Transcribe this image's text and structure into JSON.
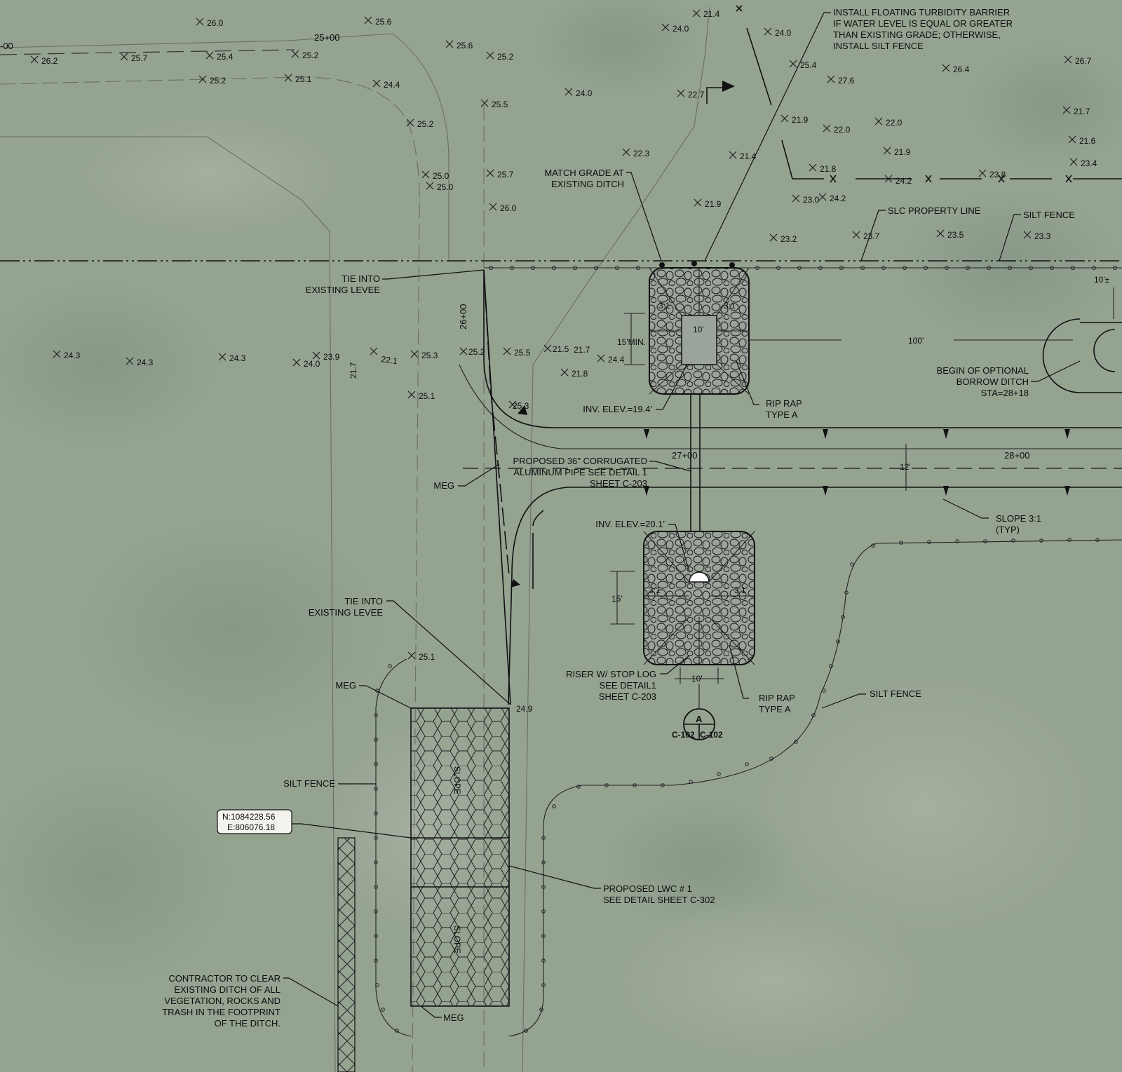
{
  "colors": {
    "aerial": "#95a391",
    "linework": "#111111",
    "riprap_fill": "#9ba49a",
    "coord_box": "#f4f4ef"
  },
  "stations": [
    "25+00",
    "26+00",
    "27+00",
    "28+00"
  ],
  "spot_elevations": [
    "26.0",
    "25.6",
    "21.4",
    "24.0",
    "24.0",
    "26.2",
    "25.7",
    "25.4",
    "25.2",
    "25.6",
    "25.2",
    "25.2",
    "25.1",
    "24.4",
    "25.5",
    "24.0",
    "22.7",
    "25.4",
    "27.6",
    "26.4",
    "26.7",
    "25.2",
    "21.9",
    "22.0",
    "22.0",
    "21.7",
    "21.6",
    "22.3",
    "21.4",
    "21.9",
    "21.8",
    "24.2",
    "23.8",
    "23.4",
    "25.0",
    "25.0",
    "25.7",
    "23.0",
    "24.2",
    "26.0",
    "21.9",
    "23.2",
    "23.7",
    "23.5",
    "23.3",
    "24.3",
    "24.3",
    "24.3",
    "23.9",
    "24.0",
    "22.1",
    "25.3",
    "25.2",
    "25.5",
    "21.5",
    "21.7",
    "24.4",
    "21.8",
    "25.1",
    "25.3",
    "21.7",
    "25.1",
    "24.9"
  ],
  "dimensions": {
    "min15": "15'MIN.",
    "d10_top": "10'",
    "d100": "100'",
    "d10pm": "10'±",
    "d12": "12'",
    "d15": "15'",
    "d10_bottom": "10'"
  },
  "slope_marks": {
    "s31": "3:1",
    "slope": "SLOPE"
  },
  "notes": {
    "turbidity": [
      "INSTALL FLOATING TURBIDITY BARRIER",
      "IF WATER LEVEL IS EQUAL OR GREATER",
      "THAN EXISTING GRADE; OTHERWISE,",
      "INSTALL SILT FENCE"
    ],
    "match_grade": [
      "MATCH GRADE AT",
      "EXISTING DITCH"
    ],
    "property_line": "SLC PROPERTY LINE",
    "silt_fence": "SILT FENCE",
    "tie_levee": [
      "TIE INTO",
      "EXISTING LEVEE"
    ],
    "borrow_ditch": [
      "BEGIN OF OPTIONAL",
      "BORROW DITCH",
      "STA=28+18"
    ],
    "rip_rap": [
      "RIP RAP",
      "TYPE A"
    ],
    "inv_top": "INV. ELEV.=19.4'",
    "inv_bottom": "INV. ELEV.=20.1'",
    "pipe": [
      "PROPOSED 36\" CORRUGATED",
      "ALUMINUM PIPE SEE DETAIL 1",
      "SHEET C-203"
    ],
    "meg": "MEG",
    "slope_typ": [
      "SLOPE 3:1",
      "(TYP)"
    ],
    "riser": [
      "RISER W/ STOP LOG",
      "SEE DETAIL1",
      "SHEET C-203"
    ],
    "lwc": [
      "PROPOSED LWC # 1",
      "SEE DETAIL SHEET C-302"
    ],
    "contractor": [
      "CONTRACTOR TO CLEAR",
      "EXISTING DITCH OF ALL",
      "VEGETATION, ROCKS AND",
      "TRASH IN THE FOOTPRINT",
      "OF THE DITCH."
    ]
  },
  "coordinate": {
    "north": "N:1084228.56",
    "east": "E:806076.18"
  },
  "section_marker": {
    "letter": "A",
    "left_sheet": "C-102",
    "right_sheet": "C-102"
  }
}
